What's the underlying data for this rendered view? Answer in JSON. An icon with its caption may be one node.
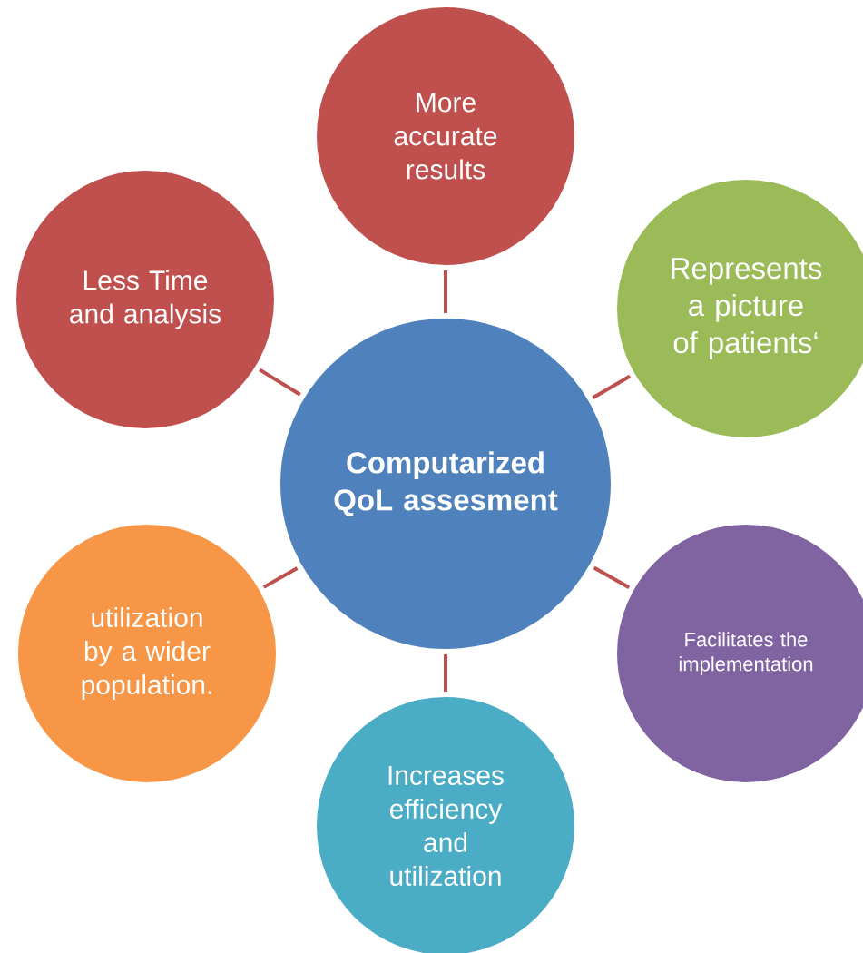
{
  "diagram": {
    "nodes": [
      {
        "text": [
          "More accurate results"
        ]
      },
      {
        "text": [
          "Less Time and  analysis"
        ]
      },
      {
        "text": [
          "Represents a picture of patients‘"
        ]
      },
      {
        "text": [
          "Computarized QoL assesment"
        ]
      },
      {
        "text": [
          "Facilitates the implementation"
        ]
      },
      {
        "text": [
          "utilization by a wider population."
        ]
      },
      {
        "text": [
          "Increases efficiency and utilization"
        ]
      }
    ],
    "edges": [
      {
        "from": 3,
        "to": 0,
        "arrow": "none"
      },
      {
        "from": 3,
        "to": 2,
        "arrow": "none"
      },
      {
        "from": 3,
        "to": 4,
        "arrow": "none"
      },
      {
        "from": 3,
        "to": 6,
        "arrow": "none"
      },
      {
        "from": 3,
        "to": 5,
        "arrow": "none"
      },
      {
        "from": 3,
        "to": 1,
        "arrow": "none"
      }
    ]
  }
}
